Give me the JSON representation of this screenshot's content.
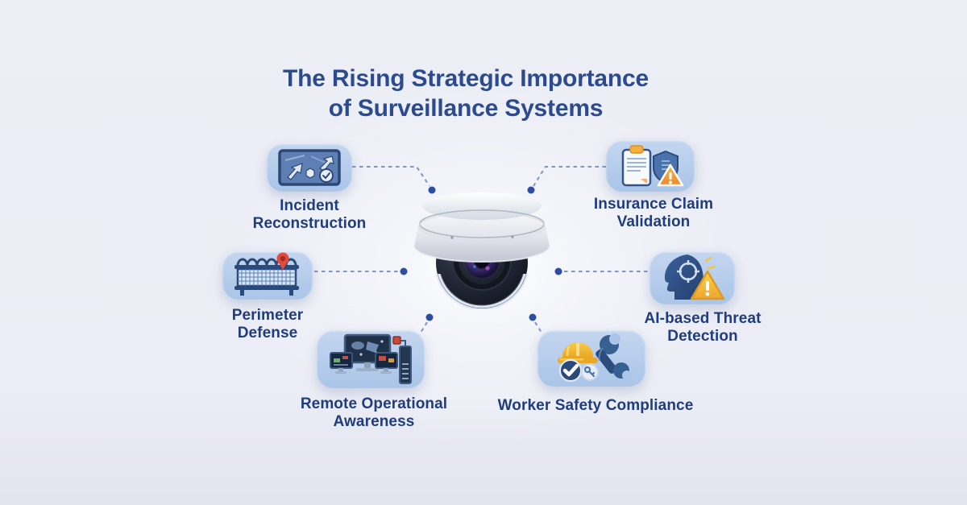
{
  "title": {
    "line1": "The Rising Strategic Importance",
    "line2": "of Surveillance Systems"
  },
  "center": {
    "icon": "dome-surveillance-camera"
  },
  "items": [
    {
      "id": "incident-reconstruction",
      "line1": "Incident",
      "line2": "Reconstruction",
      "icon": "incident-reconstruction-icon"
    },
    {
      "id": "insurance-claim-validation",
      "line1": "Insurance Claim",
      "line2": "Validation",
      "icon": "insurance-claim-icon"
    },
    {
      "id": "perimeter-defense",
      "line1": "Perimeter",
      "line2": "Defense",
      "icon": "perimeter-fence-icon"
    },
    {
      "id": "ai-based-threat-detection",
      "line1": "AI-based Threat",
      "line2": "Detection",
      "icon": "ai-threat-icon"
    },
    {
      "id": "remote-operational-awareness",
      "line1": "Remote Operational",
      "line2": "Awareness",
      "icon": "monitoring-screens-icon"
    },
    {
      "id": "worker-safety-compliance",
      "line1": "Worker Safety Compliance",
      "line2": "",
      "icon": "safety-helmet-wrench-icon"
    }
  ],
  "colors": {
    "background": "#ecedf6",
    "title_text": "#2b4b8e",
    "label_text": "#1f3d7d",
    "tile_fill": "#b5cdec",
    "connector_dash": "#7e94c4",
    "connector_dot": "#2b4da3",
    "alert_orange": "#f0a23a",
    "alert_yellow": "#f5c431",
    "alert_red": "#e14b3d",
    "icon_navy": "#2b4a7c"
  }
}
